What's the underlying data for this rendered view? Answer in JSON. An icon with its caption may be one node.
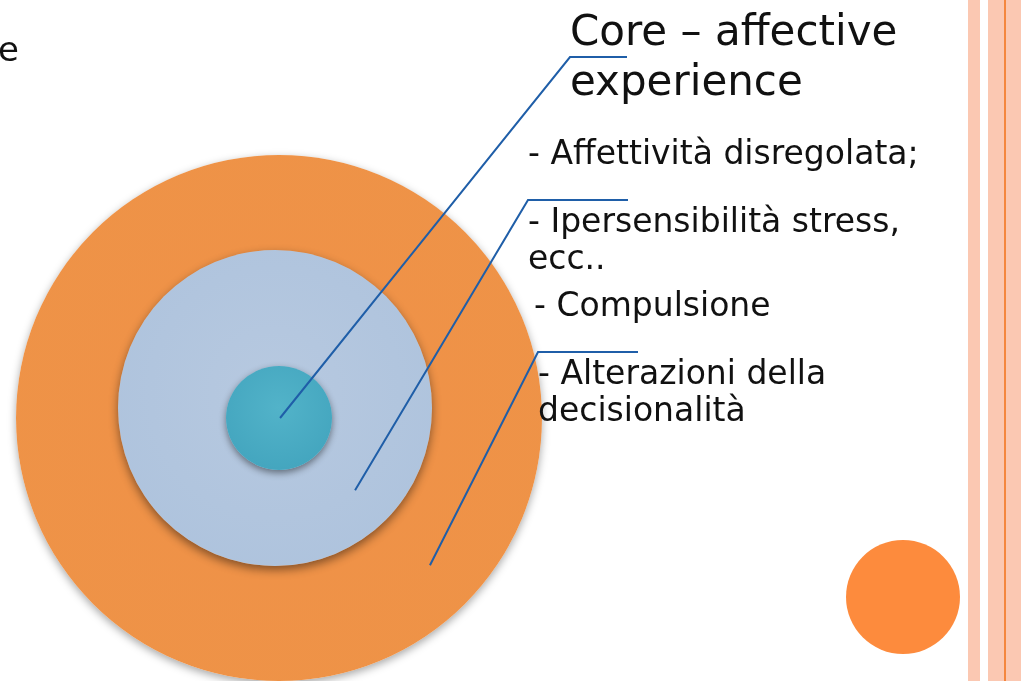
{
  "diagram": {
    "nodes": [
      {
        "text": [],
        "shape": "circle"
      },
      {
        "text": [],
        "shape": "circle",
        "in": 0
      },
      {
        "text": [],
        "shape": "circle",
        "in": 1
      },
      {
        "text": [
          "Core – affective experience"
        ]
      },
      {
        "text": [
          "- Ipersensibilità stress, ecc.."
        ]
      },
      {
        "text": [
          "- Alterazioni della decisionalità"
        ]
      },
      {
        "text": [],
        "shape": "circle"
      }
    ],
    "edges": [
      {
        "from": 3,
        "to": 2,
        "arrow": "none"
      },
      {
        "from": 4,
        "to": 1,
        "arrow": "none"
      },
      {
        "from": 5,
        "to": 0,
        "arrow": "none"
      }
    ],
    "labels": [
      "e",
      "- Affettività disregolata;",
      "- Compulsione"
    ]
  }
}
